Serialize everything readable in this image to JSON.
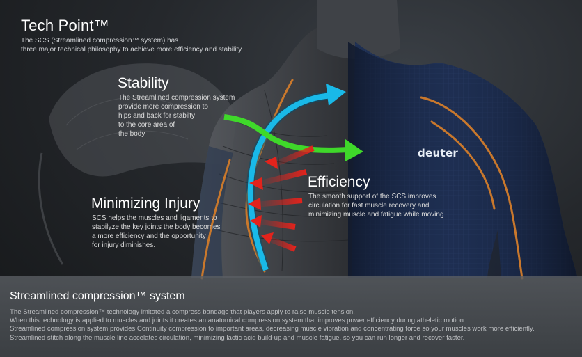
{
  "header": {
    "title": "Tech Point™",
    "subtitle_lines": [
      "The SCS (Streamlined compression™ system) has",
      "three major technical philosophy to achieve more efficiency and stability"
    ]
  },
  "stability": {
    "title": "Stability",
    "lines": [
      "The Streamlined compression system",
      "provide more compression to",
      "hips and back for stabilty",
      "to the core area of",
      "the body"
    ]
  },
  "efficiency": {
    "title": "Efficiency",
    "lines": [
      "The smooth support of the SCS improves",
      "circulation for fast muscle recovery and",
      "minimizing muscle and fatigue while moving"
    ]
  },
  "injury": {
    "title": "Minimizing Injury",
    "lines": [
      "SCS helps the muscles and ligaments to",
      "stabilyze the key joints the body becomes",
      "a more efficiency and the opportunity",
      "for injury diminishes."
    ]
  },
  "brand": {
    "logo_text": "deuter"
  },
  "panel": {
    "title": "Streamlined compression™ system",
    "paragraphs": [
      "The Streamlined compression™ technology imitated a compress bandage that players apply to raise muscle tension.",
      "When this technology is applied to muscles and joints it creates an anatomical compression system that improves power efficiency during atheletic motion.",
      "Streamlined compression system provides Continuity compression to important areas, decreasing muscle vibration and concentrating force so your muscles work more efficiently.",
      "Streamlined stitch along the muscle line accelates circulation, minimizing lactic acid build-up and muscle fatigue, so you can run longer and recover faster."
    ]
  },
  "colors": {
    "shirt": "#1e2f52",
    "seam": "#c9782c",
    "arrow_blue": "#19b9e8",
    "arrow_green": "#3fd82a",
    "arrow_red": "#e3231c"
  }
}
